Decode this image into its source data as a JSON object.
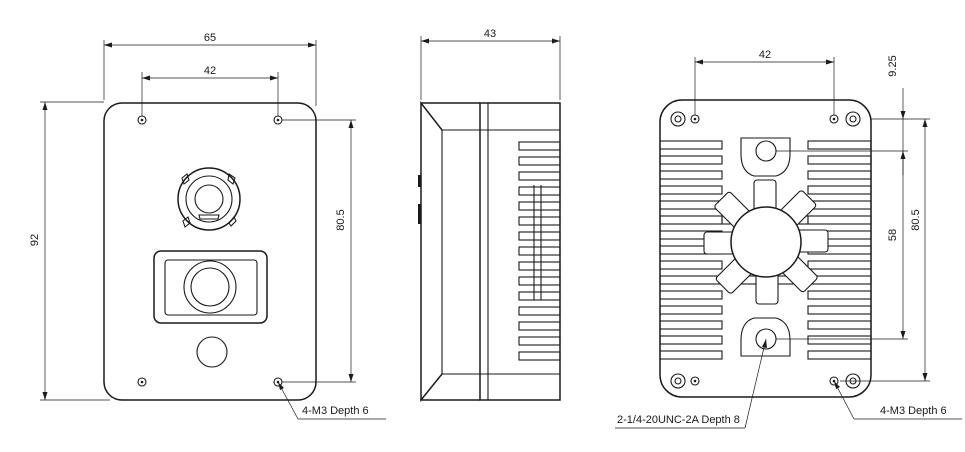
{
  "front_view": {
    "width_dim": "65",
    "hole_spacing_dim": "42",
    "height_dim": "92",
    "hole_vertical_dim": "80.5",
    "hole_callout": "4-M3 Depth 6"
  },
  "side_view": {
    "depth_dim": "43"
  },
  "back_view": {
    "hole_spacing_dim": "42",
    "tripod_offset_dim": "9.25",
    "tripod_spacing_dim": "58",
    "hole_vertical_dim": "80.5",
    "tripod_callout": "2-1/4-20UNC-2A Depth 8",
    "hole_callout": "4-M3 Depth 6"
  }
}
